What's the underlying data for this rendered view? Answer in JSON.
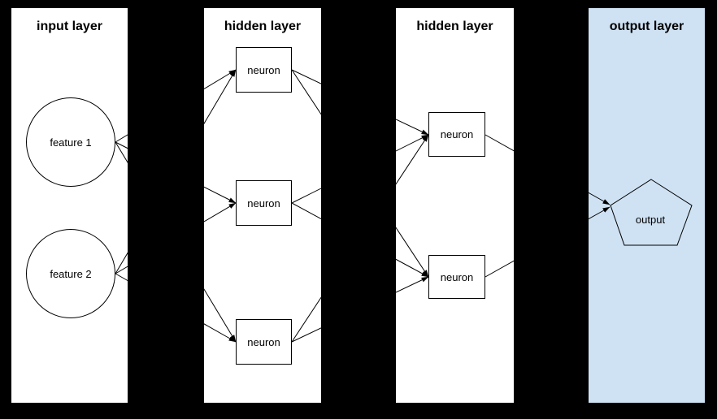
{
  "diagram": {
    "kind": "feed-forward neural network",
    "layers": [
      {
        "title": "input layer"
      },
      {
        "title": "hidden layer"
      },
      {
        "title": "hidden layer"
      },
      {
        "title": "output layer"
      }
    ],
    "nodes": {
      "feature1": {
        "label": "feature 1",
        "shape": "circle"
      },
      "feature2": {
        "label": "feature 2",
        "shape": "circle"
      },
      "neuron": {
        "label": "neuron",
        "shape": "rectangle"
      },
      "output": {
        "label": "output",
        "shape": "pentagon"
      }
    },
    "edges": [
      {
        "from": "feature 1",
        "to": "hidden1-neuron-1"
      },
      {
        "from": "feature 1",
        "to": "hidden1-neuron-2"
      },
      {
        "from": "feature 1",
        "to": "hidden1-neuron-3"
      },
      {
        "from": "feature 2",
        "to": "hidden1-neuron-1"
      },
      {
        "from": "feature 2",
        "to": "hidden1-neuron-2"
      },
      {
        "from": "feature 2",
        "to": "hidden1-neuron-3"
      },
      {
        "from": "hidden1-neuron-1",
        "to": "hidden2-neuron-1"
      },
      {
        "from": "hidden1-neuron-1",
        "to": "hidden2-neuron-2"
      },
      {
        "from": "hidden1-neuron-2",
        "to": "hidden2-neuron-1"
      },
      {
        "from": "hidden1-neuron-2",
        "to": "hidden2-neuron-2"
      },
      {
        "from": "hidden1-neuron-3",
        "to": "hidden2-neuron-1"
      },
      {
        "from": "hidden1-neuron-3",
        "to": "hidden2-neuron-2"
      },
      {
        "from": "hidden2-neuron-1",
        "to": "output"
      },
      {
        "from": "hidden2-neuron-2",
        "to": "output"
      }
    ],
    "colors": {
      "background": "#000000",
      "panel_fill": "#ffffff",
      "output_panel_fill": "#cfe2f3",
      "node_fill": "#ffffff",
      "stroke": "#000000"
    }
  }
}
